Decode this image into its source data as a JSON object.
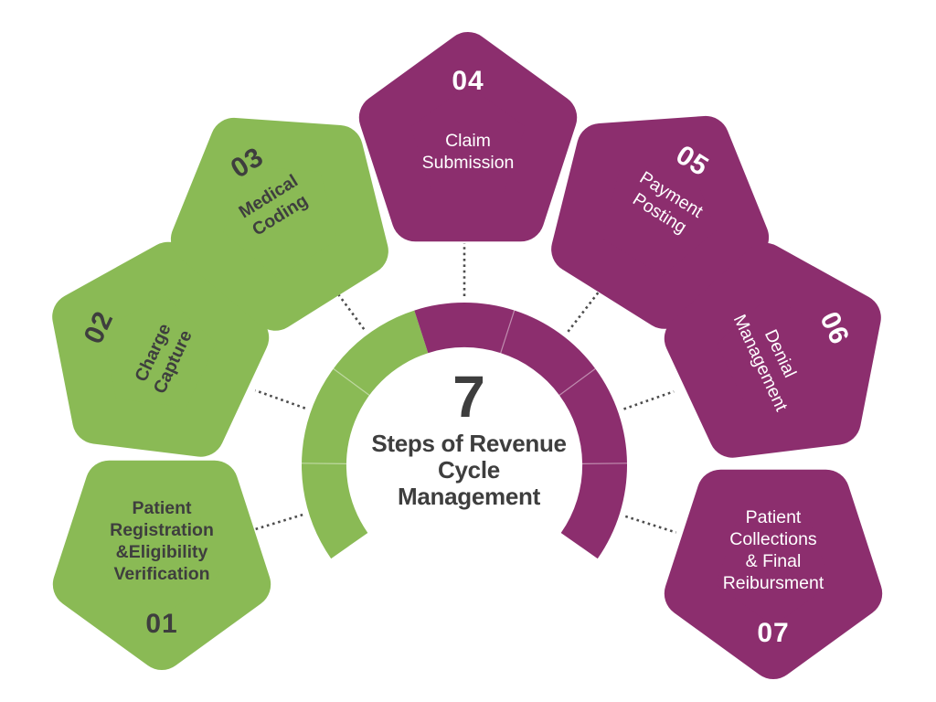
{
  "title": {
    "number": "7",
    "label": "Steps of Revenue\nCycle\nManagement"
  },
  "palette": {
    "green": "#8aba55",
    "purple": "#8c2e6e",
    "dark": "#3e3e3e",
    "light": "#ffffff",
    "connector": "#4d4d4d",
    "divider": "rgba(255,255,255,0.45)",
    "background": "#ffffff"
  },
  "steps": [
    {
      "number": "01",
      "label": "Patient\nRegistration\n&Eligibility\nVerification",
      "color": "green"
    },
    {
      "number": "02",
      "label": "Charge\nCapture",
      "color": "green"
    },
    {
      "number": "03",
      "label": "Medical\nCoding",
      "color": "green"
    },
    {
      "number": "04",
      "label": "Claim\nSubmission",
      "color": "purple"
    },
    {
      "number": "05",
      "label": "Payment\nPosting",
      "color": "purple"
    },
    {
      "number": "06",
      "label": "Denial\nManagement",
      "color": "purple"
    },
    {
      "number": "07",
      "label": "Patient\nCollections\n& Final\nReibursment",
      "color": "purple"
    }
  ]
}
